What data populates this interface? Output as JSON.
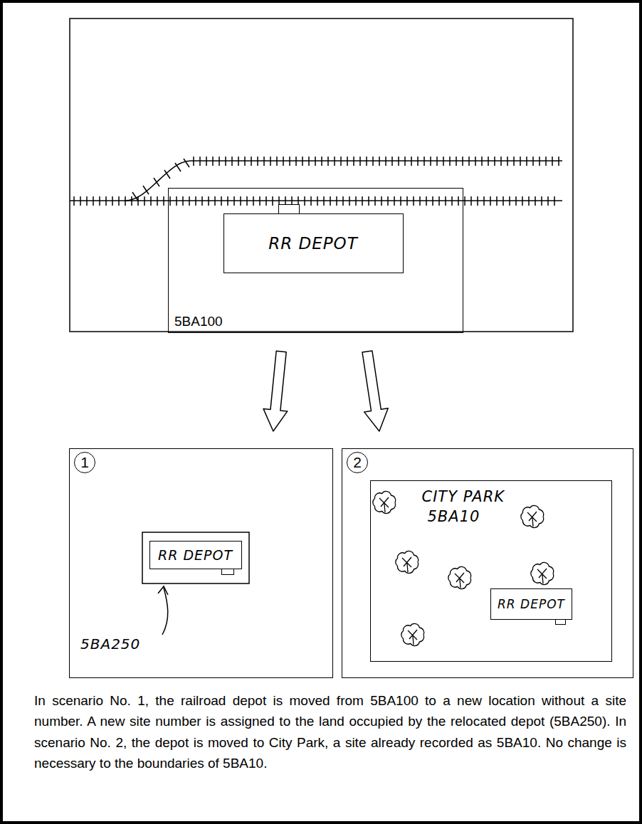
{
  "diagram": {
    "caption": "In scenario No. 1, the railroad depot is moved from 5BA100 to a new location without a site number. A new site number is assigned to the land occupied by the relocated depot (5BA250). In scenario No. 2, the depot is moved to City Park, a site already recorded as 5BA10. No change is necessary to the boundaries of 5BA10.",
    "nodes": [
      {
        "text": [
          "5BA100"
        ]
      },
      {
        "text": [
          "RR DEPOT"
        ],
        "in": 0
      },
      {
        "text": [
          "1"
        ]
      },
      {
        "text": [
          "RR DEPOT"
        ],
        "in": 2
      },
      {
        "text": [
          "2"
        ]
      },
      {
        "text": [
          "CITY PARK",
          "5BA10"
        ],
        "in": 4
      },
      {
        "text": [
          "RR DEPOT"
        ],
        "in": 5
      }
    ],
    "edges": [
      {
        "from": 0,
        "to": 2,
        "arrow": "to"
      },
      {
        "from": 0,
        "to": 4,
        "arrow": "to"
      }
    ],
    "labels": [
      "5BA250"
    ]
  }
}
